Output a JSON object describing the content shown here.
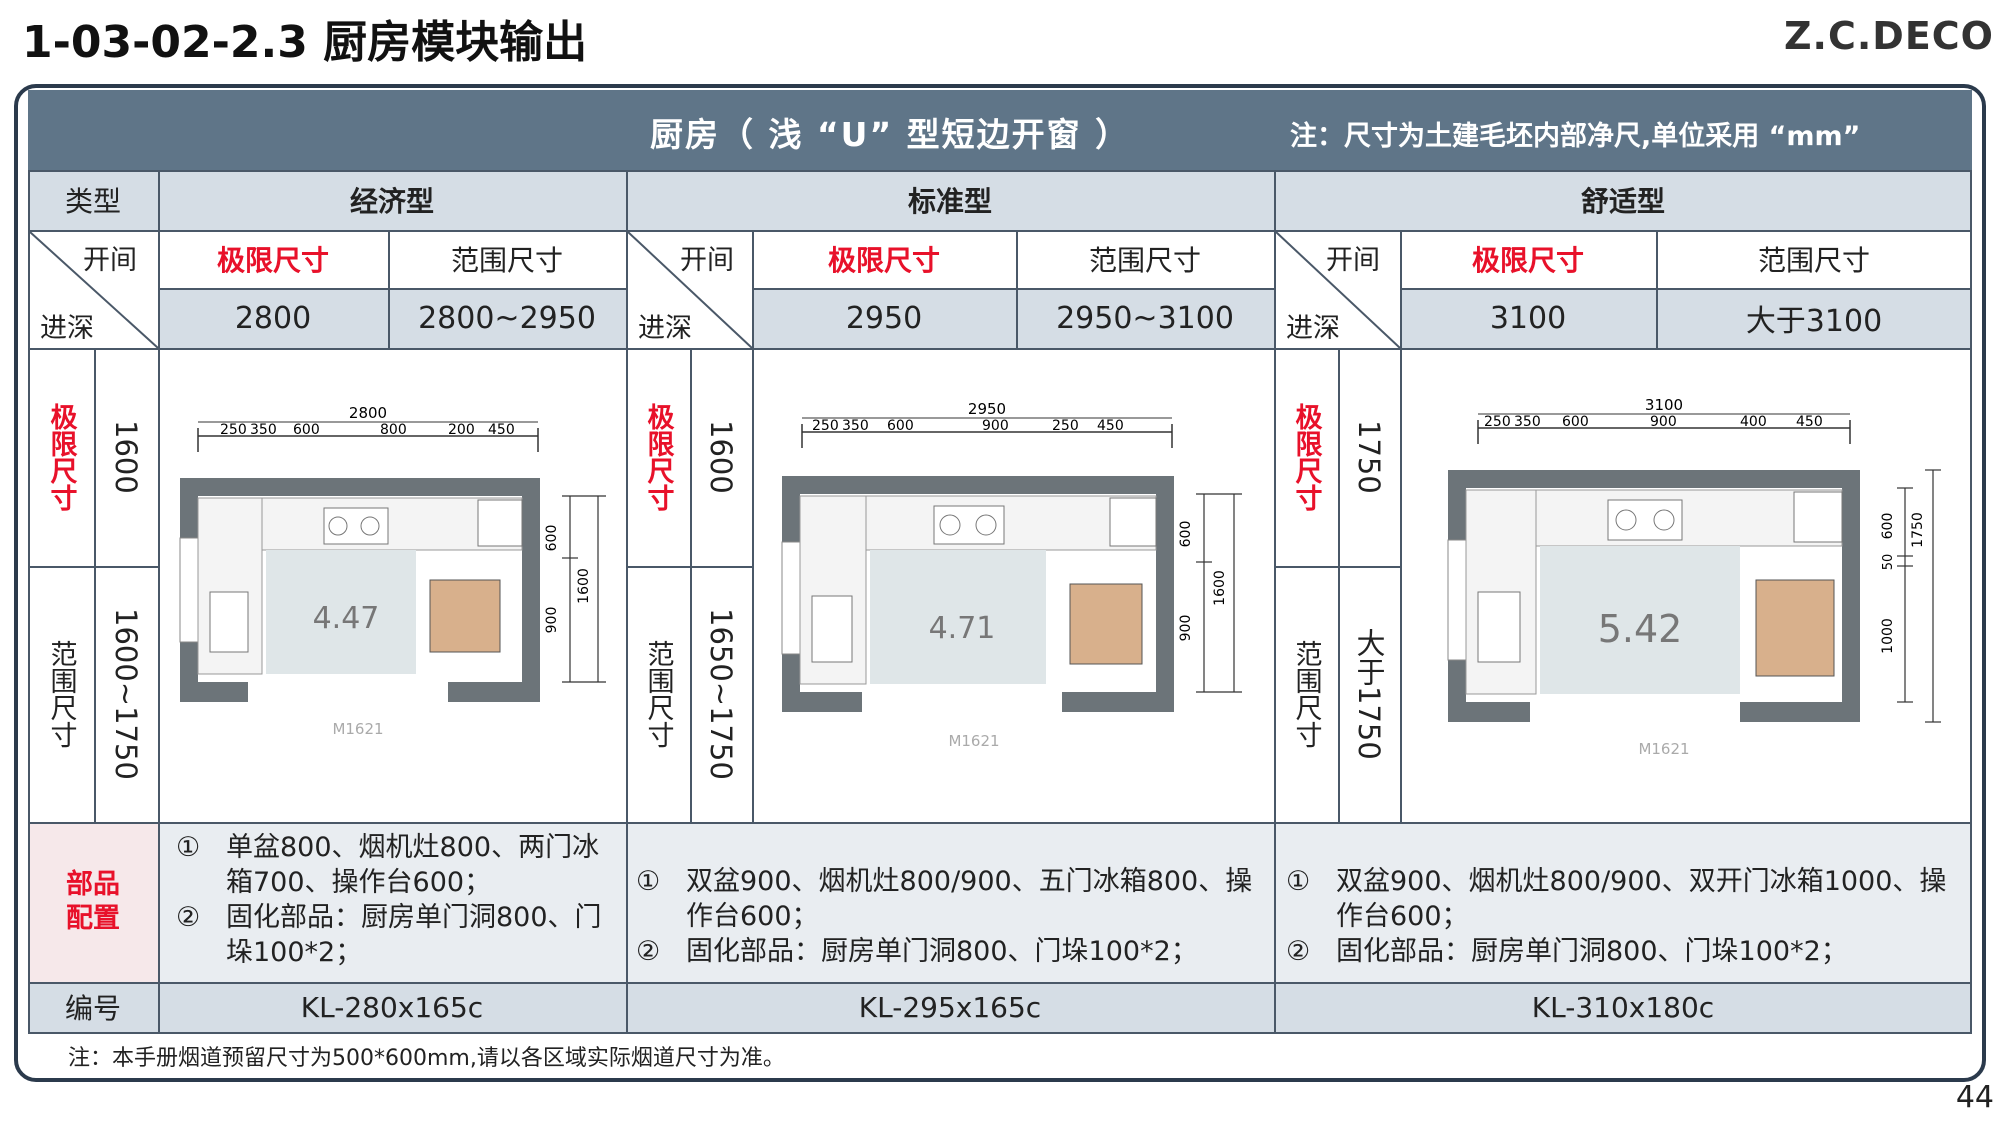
{
  "page": {
    "title": "1-03-02-2.3 厨房模块输出",
    "brand": "Z.C.DECO",
    "page_number": "44",
    "footnote": "注：本手册烟道预留尺寸为500*600mm,请以各区域实际烟道尺寸为准。"
  },
  "header": {
    "title": "厨房（ 浅 “U” 型短边开窗 ）",
    "note": "注：尺寸为土建毛坯内部净尺,单位采用 “mm”"
  },
  "table": {
    "type_label": "类型",
    "width_label": "开间",
    "depth_label": "进深",
    "limit_size": "极限尺寸",
    "range_size": "范围尺寸",
    "config_label": "部品配置",
    "code_label": "编号",
    "columns": [
      {
        "name": "经济型",
        "width_limit": "2800",
        "width_range": "2800~2950",
        "depth_limit": "1600",
        "depth_range": "1600~1750",
        "area": "4.47",
        "door": "M1621",
        "dims_total": "2800",
        "dims_segments": [
          "250",
          "350",
          "600",
          "800",
          "200",
          "450"
        ],
        "dims_side": [
          "600",
          "900",
          "1600"
        ],
        "config": [
          {
            "num": "①",
            "text": "单盆800、烟机灶800、两门冰箱700、操作台600；"
          },
          {
            "num": "②",
            "text": "固化部品：厨房单门洞800、门垛100*2；"
          }
        ],
        "code": "KL-280x165c"
      },
      {
        "name": "标准型",
        "width_limit": "2950",
        "width_range": "2950~3100",
        "depth_limit": "1600",
        "depth_range": "1650~1750",
        "area": "4.71",
        "door": "M1621",
        "dims_total": "2950",
        "dims_segments": [
          "250",
          "350",
          "600",
          "900",
          "250",
          "450"
        ],
        "dims_side": [
          "600",
          "900",
          "1600"
        ],
        "config": [
          {
            "num": "①",
            "text": "双盆900、烟机灶800/900、五门冰箱800、操作台600；"
          },
          {
            "num": "②",
            "text": "固化部品：厨房单门洞800、门垛100*2；"
          }
        ],
        "code": "KL-295x165c"
      },
      {
        "name": "舒适型",
        "width_limit": "3100",
        "width_range": "大于3100",
        "depth_limit": "1750",
        "depth_range": "大于1750",
        "area": "5.42",
        "door": "M1621",
        "dims_total": "3100",
        "dims_segments": [
          "250",
          "350",
          "600",
          "900",
          "400",
          "450"
        ],
        "dims_side": [
          "600",
          "50",
          "1000",
          "1750"
        ],
        "config": [
          {
            "num": "①",
            "text": "双盆900、烟机灶800/900、双开门冰箱1000、操作台600；"
          },
          {
            "num": "②",
            "text": "固化部品：厨房单门洞800、门垛100*2；"
          }
        ],
        "code": "KL-310x180c"
      }
    ]
  },
  "colors": {
    "header_band": "#5f7588",
    "cell_light": "#d5dde5",
    "accent_red": "#e8112a",
    "frame": "#2b3a4c"
  }
}
